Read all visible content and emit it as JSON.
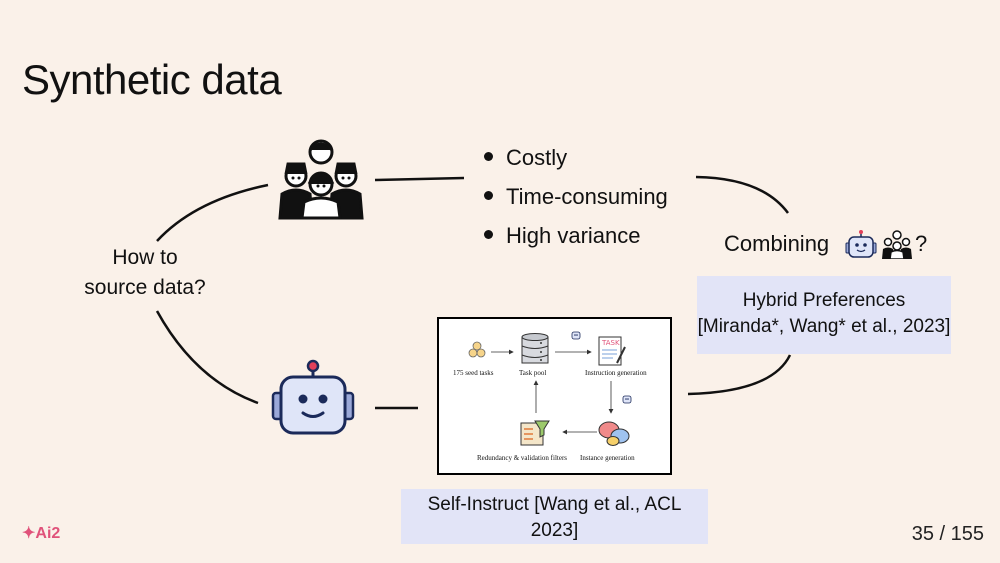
{
  "slide": {
    "title": "Synthetic data",
    "question_line1": "How to",
    "question_line2": "source data?",
    "bullets": [
      "Costly",
      "Time-consuming",
      "High variance"
    ],
    "combining_label": "Combining",
    "combining_suffix": "?",
    "hybrid_citation_line1": "Hybrid Preferences",
    "hybrid_citation_line2": "[Miranda*, Wang* et al., 2023]",
    "selfinstruct_citation_line1": "Self-Instruct [Wang et al., ACL",
    "selfinstruct_citation_line2": "2023]"
  },
  "figure": {
    "seed_tasks": "175 seed tasks",
    "task_pool": "Task pool",
    "instruction_generation": "Instruction generation",
    "task_icon_text": "TASK",
    "filters": "Redundancy & validation filters",
    "instance_generation": "Instance generation"
  },
  "footer": {
    "logo": "Ai2",
    "page_number": "35 / 155"
  },
  "icons": {
    "people": "people-group-icon",
    "robot": "robot-icon",
    "small_robot": "small-robot-icon",
    "small_people": "small-people-icon"
  },
  "colors": {
    "background": "#faf1e9",
    "citation_box": "#e2e4f7",
    "robot_fill": "#dfe5f8",
    "robot_stroke": "#1b2a5a",
    "robot_antenna": "#e2405a",
    "logo": "#e0527a"
  }
}
